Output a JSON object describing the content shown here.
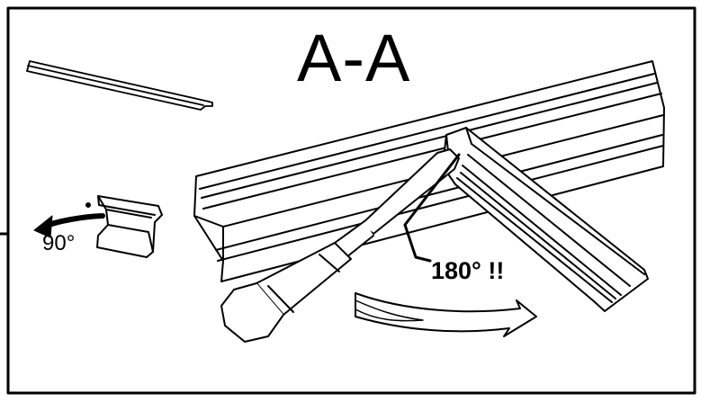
{
  "diagram": {
    "section_label": "A-A",
    "small_rotation_label": "90°",
    "main_rotation_label": "180° !!",
    "colors": {
      "line": "#000000",
      "background": "#ffffff"
    },
    "components": [
      "thin-rod",
      "bracket-clip",
      "long-rail-profile",
      "cross-rail-profile",
      "screwdriver",
      "rotation-arrow",
      "small-rotation-arrow"
    ]
  }
}
